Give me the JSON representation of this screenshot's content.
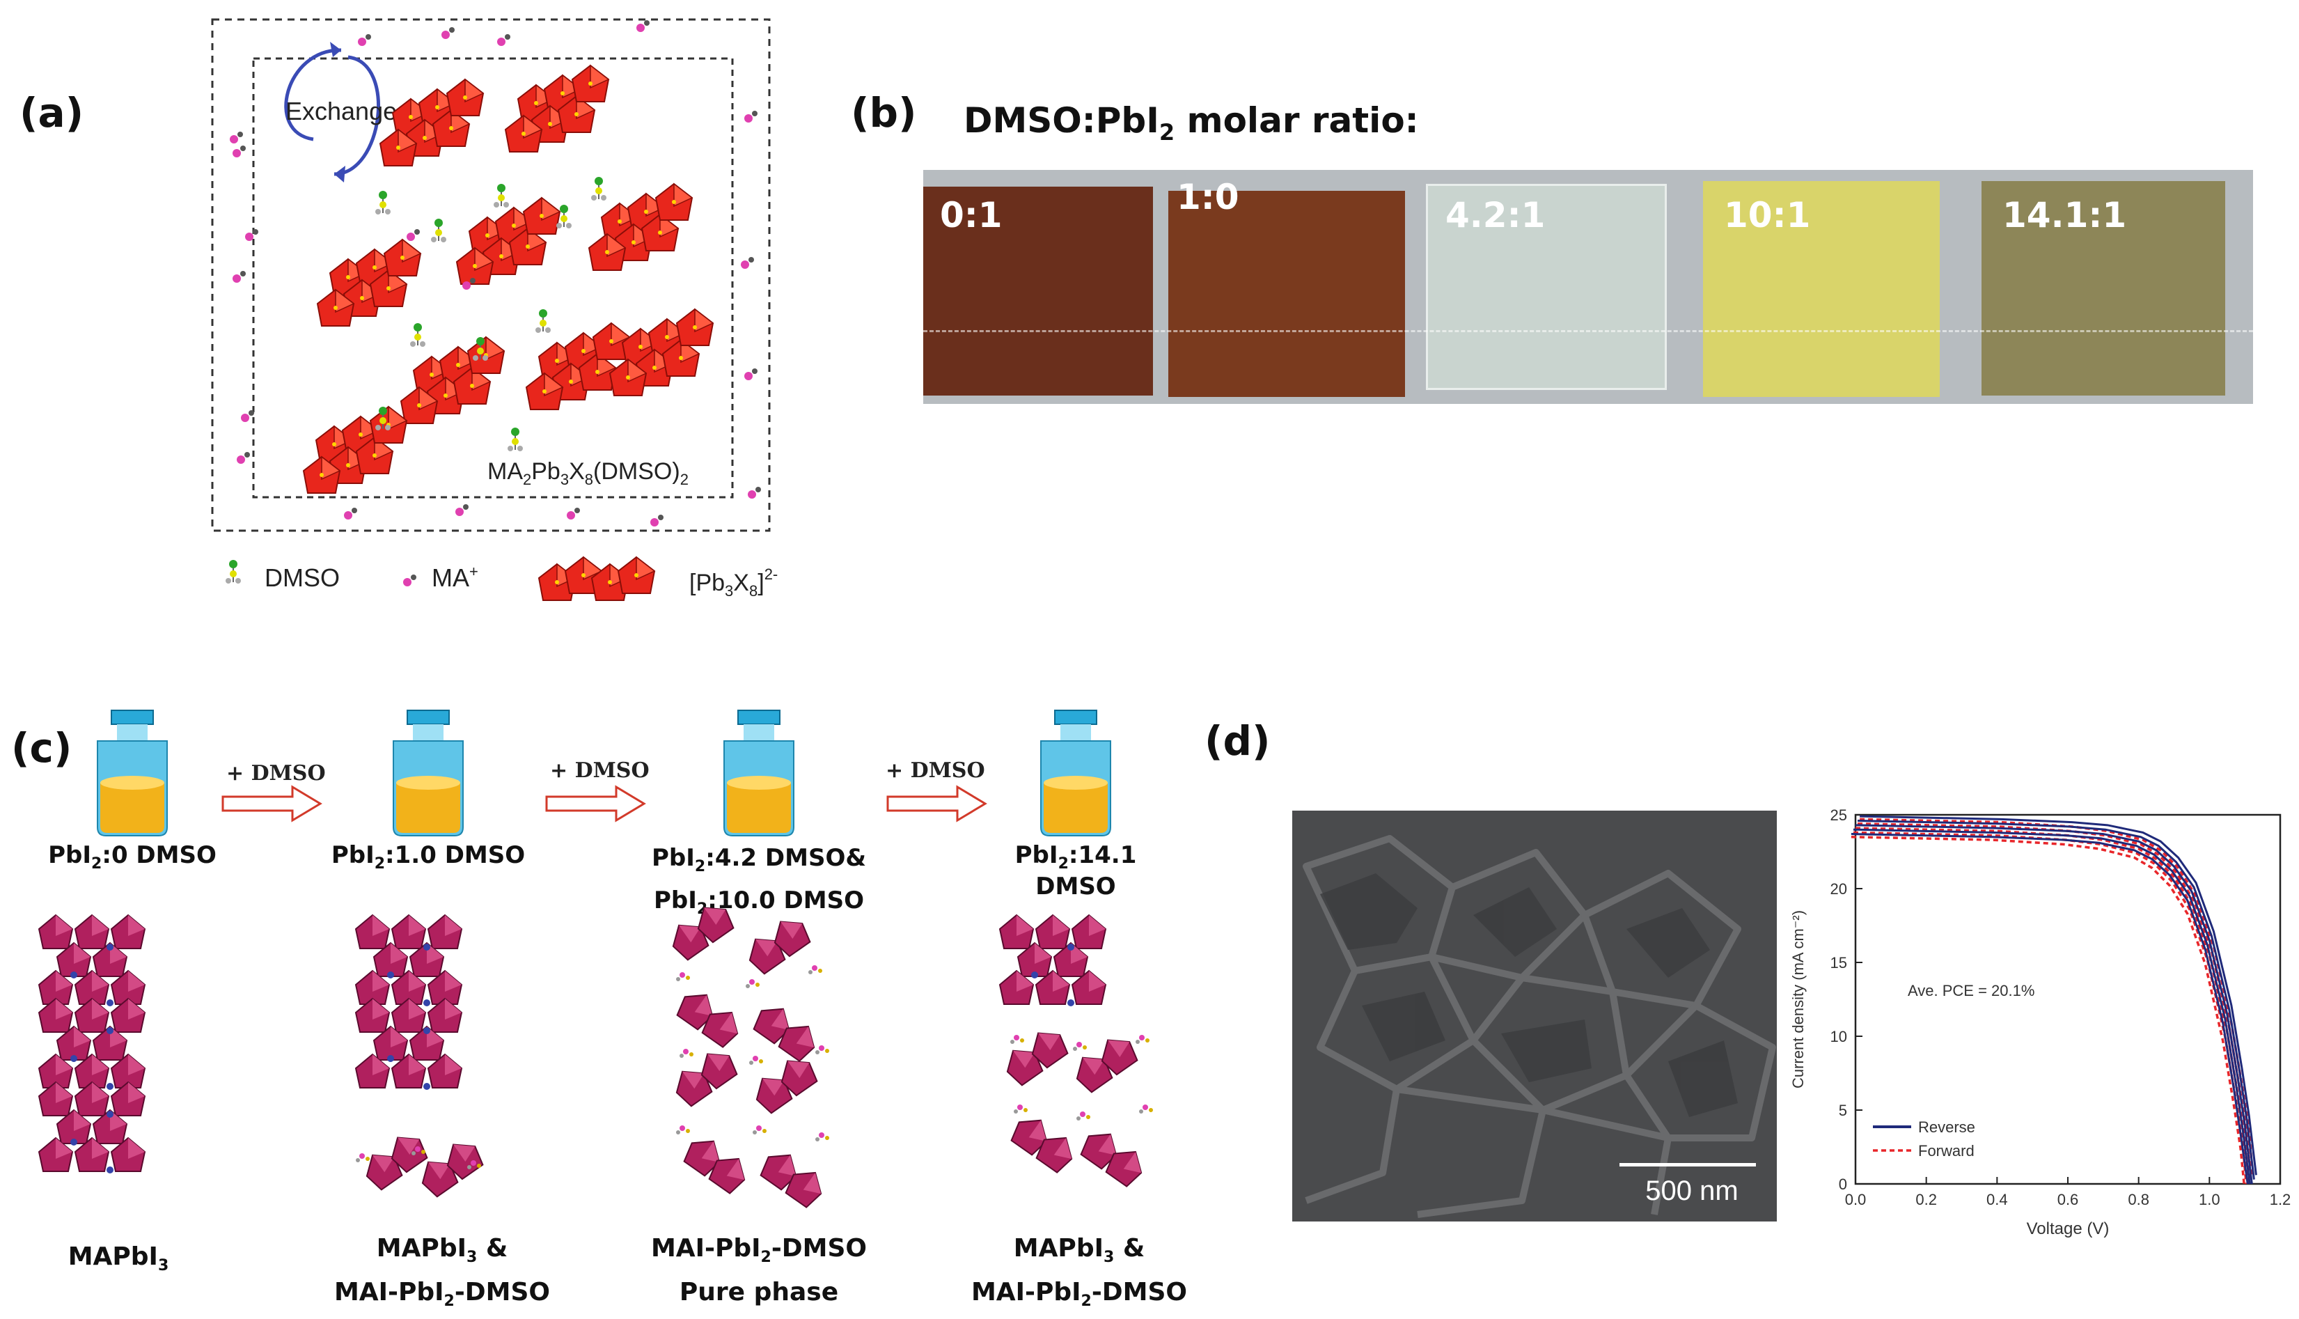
{
  "panels": {
    "a": {
      "label": "(a)",
      "exchange": "Exchange",
      "formula": {
        "main": "MA",
        "s1": "2",
        "p1": "Pb",
        "s2": "3",
        "p2": "X",
        "s3": "8",
        "p3": "(DMSO)",
        "s4": "2"
      },
      "legend": {
        "dmso": "DMSO",
        "ma": {
          "text": "MA",
          "sup": "+"
        },
        "cluster": {
          "open": "[Pb",
          "s1": "3",
          "mid": "X",
          "s2": "8",
          "close": "]",
          "sup": "2-"
        }
      }
    },
    "b": {
      "label": "(b)",
      "title": {
        "pre": "DMSO:PbI",
        "sub": "2",
        "post": " molar ratio:"
      },
      "films": [
        {
          "label": "0:1",
          "color": "#6a2f1c"
        },
        {
          "label": "1:0",
          "color": "#7a3a1e"
        },
        {
          "label": "4.2:1",
          "color": "#c9d4cf"
        },
        {
          "label": "10:1",
          "color": "#d9d46a"
        },
        {
          "label": "14.1:1",
          "color": "#8d8658"
        }
      ]
    },
    "c": {
      "label": "(c)",
      "arrow_label": "+ DMSO",
      "columns": [
        {
          "vial_pre": "PbI",
          "vial_sub": "2",
          "vial_post": ":0 DMSO",
          "vial_line2_pre": "",
          "vial_line2_sub": "",
          "vial_line2_post": "",
          "bottom1_pre": "MAPbI",
          "bottom1_sub": "3",
          "bottom1_post": "",
          "bottom2_pre": "",
          "bottom2_sub": "",
          "bottom2_post": ""
        },
        {
          "vial_pre": "PbI",
          "vial_sub": "2",
          "vial_post": ":1.0 DMSO",
          "vial_line2_pre": "",
          "vial_line2_sub": "",
          "vial_line2_post": "",
          "bottom1_pre": "MAPbI",
          "bottom1_sub": "3",
          "bottom1_post": " &",
          "bottom2_pre": "MAI-PbI",
          "bottom2_sub": "2",
          "bottom2_post": "-DMSO"
        },
        {
          "vial_pre": "PbI",
          "vial_sub": "2",
          "vial_post": ":4.2 DMSO&",
          "vial_line2_pre": "PbI",
          "vial_line2_sub": "2",
          "vial_line2_post": ":10.0 DMSO",
          "bottom1_pre": "MAI-PbI",
          "bottom1_sub": "2",
          "bottom1_post": "-DMSO",
          "bottom2_pre": "Pure phase",
          "bottom2_sub": "",
          "bottom2_post": ""
        },
        {
          "vial_pre": "PbI",
          "vial_sub": "2",
          "vial_post": ":14.1 DMSO",
          "vial_line2_pre": "",
          "vial_line2_sub": "",
          "vial_line2_post": "",
          "bottom1_pre": "MAPbI",
          "bottom1_sub": "3",
          "bottom1_post": " &",
          "bottom2_pre": "MAI-PbI",
          "bottom2_sub": "2",
          "bottom2_post": "-DMSO"
        }
      ]
    },
    "d": {
      "label": "(d)",
      "scalebar": "500 nm",
      "annotation": "Ave. PCE = 20.1%",
      "legend": [
        {
          "name": "Reverse",
          "color": "#1f2a7a",
          "dash": false
        },
        {
          "name": "Forward",
          "color": "#e8262a",
          "dash": true
        }
      ]
    }
  },
  "chart_data": {
    "type": "line",
    "xlabel": "Voltage (V)",
    "ylabel": "Current density (mA cm⁻²)",
    "xlim": [
      0.0,
      1.2
    ],
    "ylim": [
      0,
      25
    ],
    "xticks": [
      "0.0",
      "0.2",
      "0.4",
      "0.6",
      "0.8",
      "1.0",
      "1.2"
    ],
    "yticks": [
      "0",
      "5",
      "10",
      "15",
      "20",
      "25"
    ],
    "grid": false,
    "legend_position": "bottom-left",
    "series": [
      {
        "name": "Reverse",
        "color": "#1f2a7a",
        "jsc": 24.3,
        "voc": 1.12,
        "x": [
          0.0,
          0.2,
          0.4,
          0.6,
          0.7,
          0.8,
          0.85,
          0.9,
          0.95,
          1.0,
          1.05,
          1.08,
          1.1,
          1.12
        ],
        "y": [
          24.3,
          24.2,
          24.1,
          23.9,
          23.7,
          23.2,
          22.6,
          21.5,
          19.8,
          16.5,
          11.5,
          7.2,
          4.0,
          0.0
        ]
      },
      {
        "name": "Forward",
        "color": "#e8262a",
        "jsc": 24.1,
        "voc": 1.11,
        "x": [
          0.0,
          0.2,
          0.4,
          0.6,
          0.7,
          0.8,
          0.85,
          0.9,
          0.95,
          1.0,
          1.05,
          1.08,
          1.1,
          1.11
        ],
        "y": [
          24.1,
          24.0,
          23.9,
          23.6,
          23.3,
          22.7,
          22.0,
          20.8,
          18.9,
          15.5,
          10.3,
          6.1,
          3.0,
          0.0
        ]
      }
    ]
  }
}
